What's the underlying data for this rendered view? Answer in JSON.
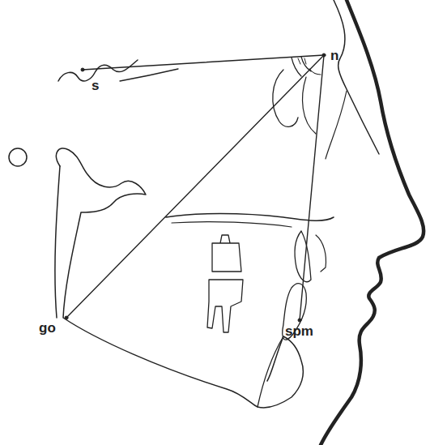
{
  "diagram": {
    "labels": [
      "s",
      "n",
      "go",
      "spm"
    ]
  }
}
